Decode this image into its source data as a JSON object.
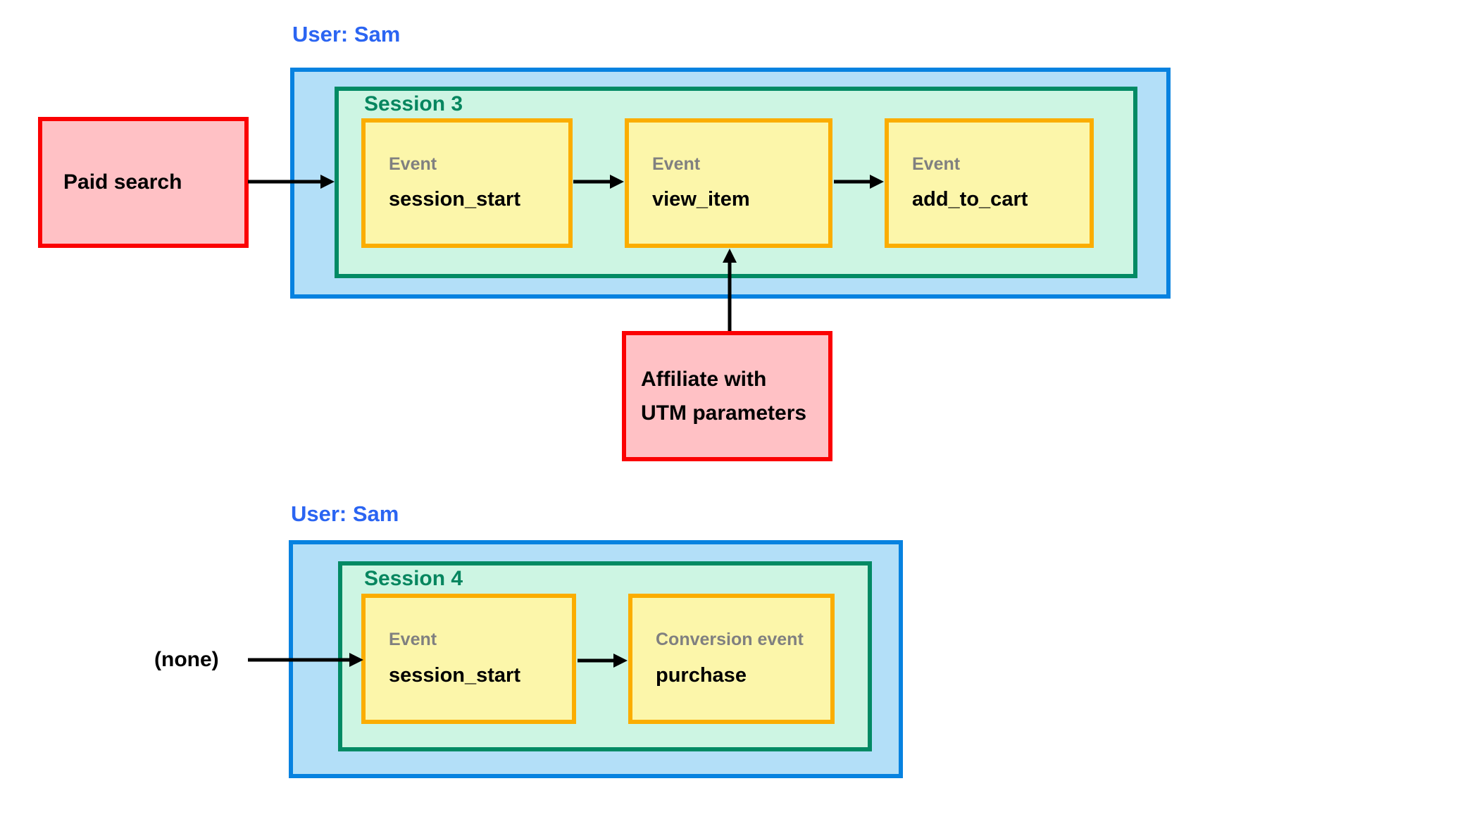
{
  "colors": {
    "background": "#FFFFFF",
    "blue_border": "#0782E0",
    "blue_fill": "#B3DFF8",
    "green_border": "#028A64",
    "green_fill": "#CDF5E3",
    "yellow_border": "#FBAD00",
    "yellow_fill": "#FCF6AA",
    "red_border": "#FB0103",
    "pink_fill": "#FFC1C5",
    "user_label_text": "#2B65F2",
    "session_label_text": "#06865F",
    "event_kind_text": "#808080",
    "arrow": "#000000",
    "text": "#000000"
  },
  "diagrams": [
    {
      "user_label": "User: Sam",
      "session_label": "Session 3",
      "source_label": "Paid search",
      "events": [
        {
          "kind": "Event",
          "name": "session_start"
        },
        {
          "kind": "Event",
          "name": "view_item"
        },
        {
          "kind": "Event",
          "name": "add_to_cart"
        }
      ],
      "annotation": {
        "line1": "Affiliate with",
        "line2": "UTM parameters"
      }
    },
    {
      "user_label": "User: Sam",
      "session_label": "Session 4",
      "source_label": "(none)",
      "events": [
        {
          "kind": "Event",
          "name": "session_start"
        },
        {
          "kind": "Conversion event",
          "name": "purchase"
        }
      ]
    }
  ]
}
